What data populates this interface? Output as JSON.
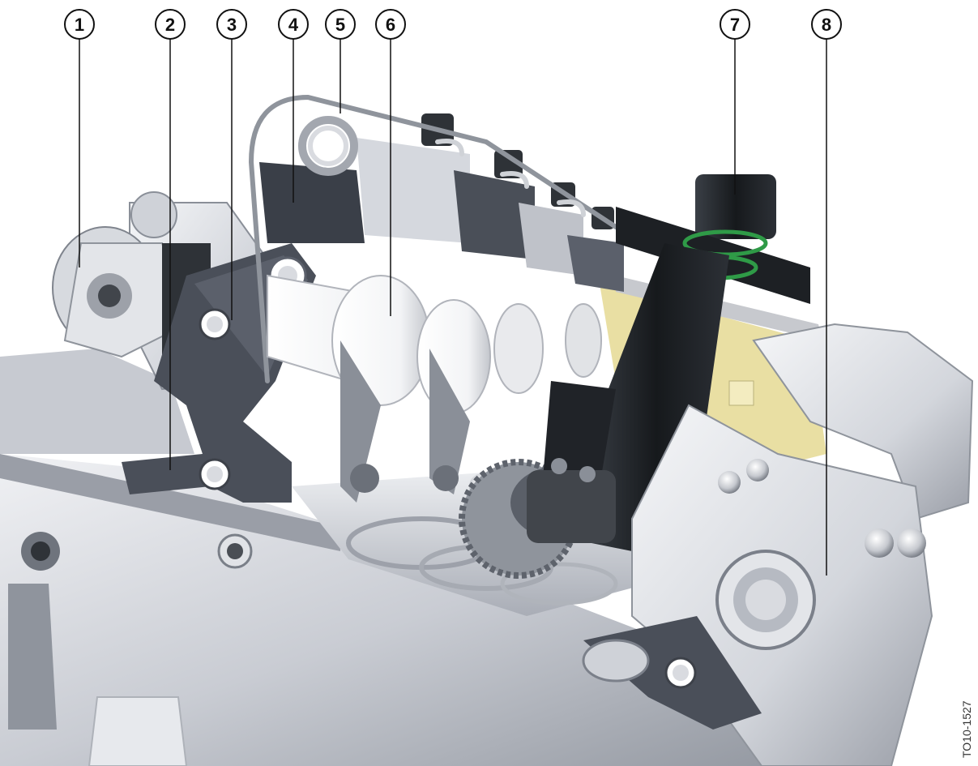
{
  "figure": {
    "callouts": [
      {
        "id": "1",
        "label": "1"
      },
      {
        "id": "2",
        "label": "2"
      },
      {
        "id": "3",
        "label": "3"
      },
      {
        "id": "4",
        "label": "4"
      },
      {
        "id": "5",
        "label": "5"
      },
      {
        "id": "6",
        "label": "6"
      },
      {
        "id": "7",
        "label": "7"
      },
      {
        "id": "8",
        "label": "8"
      }
    ],
    "image_code": "TO10-1527",
    "colors": {
      "metal_light": "#e6e8ec",
      "metal_mid": "#b9bdc6",
      "metal_dark": "#7b808b",
      "bracket_dark": "#454a55",
      "tool_black": "#1d2024",
      "seal_green": "#2f9a47",
      "chain_yellow": "#e9dfa3",
      "highlight_white": "#ffffff"
    }
  }
}
